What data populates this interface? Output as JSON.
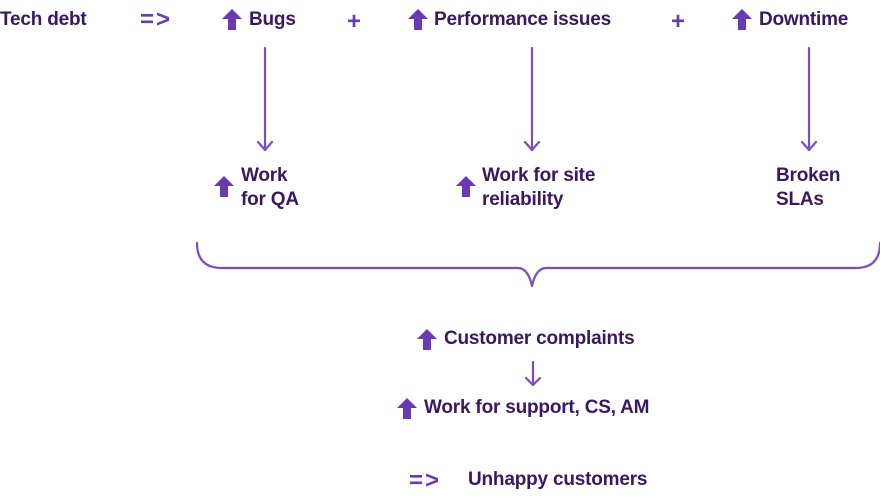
{
  "colors": {
    "text": "#3a1760",
    "accent": "#6a3ab2",
    "arrow": "#7b4cc4"
  },
  "top": {
    "tech_debt": "Tech debt",
    "implies": "=>",
    "bugs": "Bugs",
    "plus1": "+",
    "performance": "Performance issues",
    "plus2": "+",
    "downtime": "Downtime"
  },
  "middle": {
    "qa_line1": "Work",
    "qa_line2": "for QA",
    "sre_line1": "Work for site",
    "sre_line2": "reliability",
    "sla_line1": "Broken",
    "sla_line2": "SLAs"
  },
  "bottom": {
    "complaints": "Customer complaints",
    "support": "Work for support, CS, AM",
    "implies": "=>",
    "unhappy": "Unhappy customers"
  },
  "icons": {
    "increase": "arrow-up-icon",
    "flow": "arrow-down-icon",
    "group": "curly-brace-icon"
  }
}
